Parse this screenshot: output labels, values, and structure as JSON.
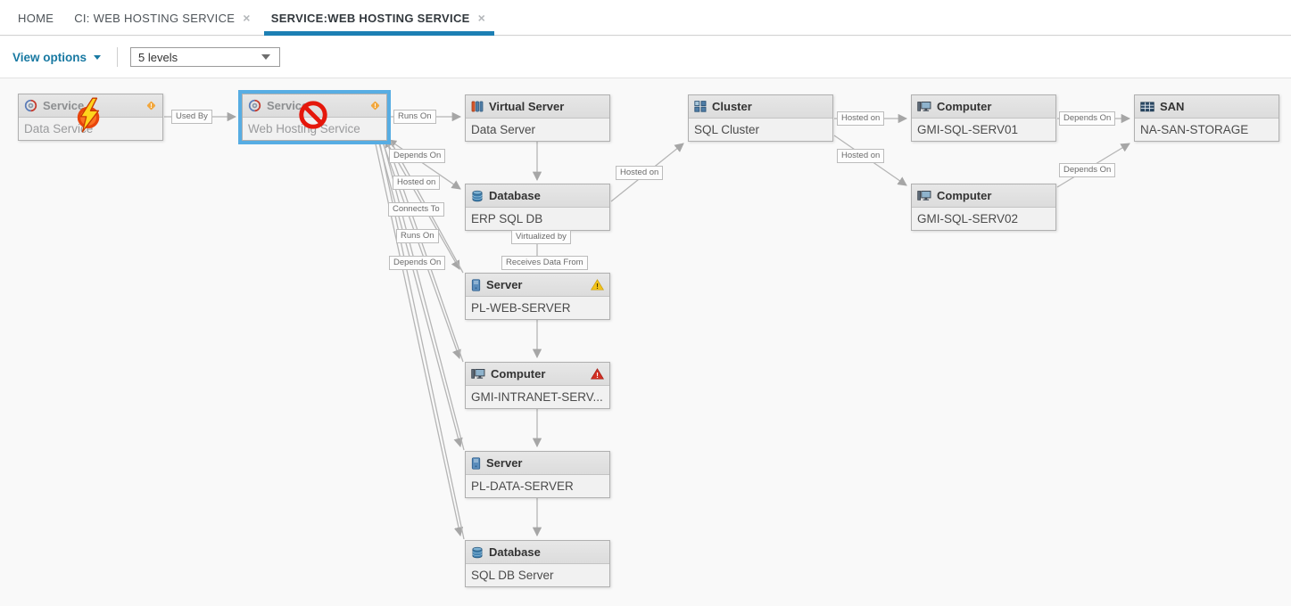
{
  "tabs": [
    {
      "label": "HOME",
      "active": false,
      "closable": false
    },
    {
      "label": "CI: WEB HOSTING SERVICE",
      "active": false,
      "closable": true
    },
    {
      "label": "SERVICE:WEB HOSTING SERVICE",
      "active": true,
      "closable": true
    }
  ],
  "glyphs": {
    "close": "×"
  },
  "toolbar": {
    "view_options": "View options",
    "levels": "5 levels"
  },
  "colors": {
    "accent_blue": "#1c7fb4",
    "selection_blue": "#57ade3",
    "line_gray": "#b5b5b5",
    "warning_orange": "#f2a73d",
    "caution_yellow": "#f3c318",
    "error_red": "#d22f23"
  },
  "diagram": {
    "nodes": [
      {
        "id": "data-service",
        "type": "Service",
        "name": "Data Service",
        "icon": "service-icon",
        "badges": [
          "warning-diamond",
          "lightning-overlay"
        ],
        "muted": true,
        "selected": false
      },
      {
        "id": "web-hosting-service",
        "type": "Service",
        "name": "Web Hosting Service",
        "icon": "service-icon",
        "badges": [
          "warning-diamond",
          "blocked-overlay"
        ],
        "muted": true,
        "selected": true
      },
      {
        "id": "virtual-server",
        "type": "Virtual Server",
        "name": "Data Server",
        "icon": "virtual-server-icon",
        "badges": [],
        "muted": false,
        "selected": false
      },
      {
        "id": "database-erp",
        "type": "Database",
        "name": "ERP SQL DB",
        "icon": "database-icon",
        "badges": [],
        "muted": false,
        "selected": false
      },
      {
        "id": "cluster-sql",
        "type": "Cluster",
        "name": "SQL Cluster",
        "icon": "cluster-icon",
        "badges": [],
        "muted": false,
        "selected": false
      },
      {
        "id": "computer-serv01",
        "type": "Computer",
        "name": "GMI-SQL-SERV01",
        "icon": "computer-icon",
        "badges": [],
        "muted": false,
        "selected": false
      },
      {
        "id": "san-storage",
        "type": "SAN",
        "name": "NA-SAN-STORAGE",
        "icon": "san-icon",
        "badges": [],
        "muted": false,
        "selected": false
      },
      {
        "id": "computer-serv02",
        "type": "Computer",
        "name": "GMI-SQL-SERV02",
        "icon": "computer-icon",
        "badges": [],
        "muted": false,
        "selected": false
      },
      {
        "id": "server-pl-web",
        "type": "Server",
        "name": "PL-WEB-SERVER",
        "icon": "server-icon",
        "badges": [
          "warning-triangle-yellow"
        ],
        "muted": false,
        "selected": false
      },
      {
        "id": "computer-intranet",
        "type": "Computer",
        "name": "GMI-INTRANET-SERV...",
        "icon": "computer-icon",
        "badges": [
          "warning-triangle-red"
        ],
        "muted": false,
        "selected": false
      },
      {
        "id": "server-pl-data",
        "type": "Server",
        "name": "PL-DATA-SERVER",
        "icon": "server-icon",
        "badges": [],
        "muted": false,
        "selected": false
      },
      {
        "id": "database-sql",
        "type": "Database",
        "name": "SQL DB Server",
        "icon": "database-icon",
        "badges": [],
        "muted": false,
        "selected": false
      }
    ],
    "edges": [
      {
        "from": "data-service",
        "to": "web-hosting-service",
        "label": "Used By"
      },
      {
        "from": "web-hosting-service",
        "to": "virtual-server",
        "label": "Runs On"
      },
      {
        "from": "web-hosting-service",
        "to": "database-erp",
        "label": "Depends On"
      },
      {
        "from": "web-hosting-service",
        "to": "server-pl-web",
        "label": "Hosted on"
      },
      {
        "from": "web-hosting-service",
        "to": "computer-intranet",
        "label": "Connects To"
      },
      {
        "from": "web-hosting-service",
        "to": "server-pl-data",
        "label": "Runs On"
      },
      {
        "from": "web-hosting-service",
        "to": "database-sql",
        "label": "Depends On"
      },
      {
        "from": "virtual-server",
        "to": "database-erp",
        "label": ""
      },
      {
        "from": "database-erp",
        "to": "server-pl-web",
        "label": "Virtualized by"
      },
      {
        "from": "database-erp",
        "to": "server-pl-web",
        "label": "Receives Data From"
      },
      {
        "from": "server-pl-web",
        "to": "computer-intranet",
        "label": ""
      },
      {
        "from": "computer-intranet",
        "to": "server-pl-data",
        "label": ""
      },
      {
        "from": "server-pl-data",
        "to": "database-sql",
        "label": ""
      },
      {
        "from": "database-erp",
        "to": "cluster-sql",
        "label": "Hosted on"
      },
      {
        "from": "cluster-sql",
        "to": "computer-serv01",
        "label": "Hosted on"
      },
      {
        "from": "cluster-sql",
        "to": "computer-serv02",
        "label": "Hosted on"
      },
      {
        "from": "computer-serv01",
        "to": "san-storage",
        "label": "Depends On"
      },
      {
        "from": "computer-serv02",
        "to": "san-storage",
        "label": "Depends On"
      }
    ]
  }
}
